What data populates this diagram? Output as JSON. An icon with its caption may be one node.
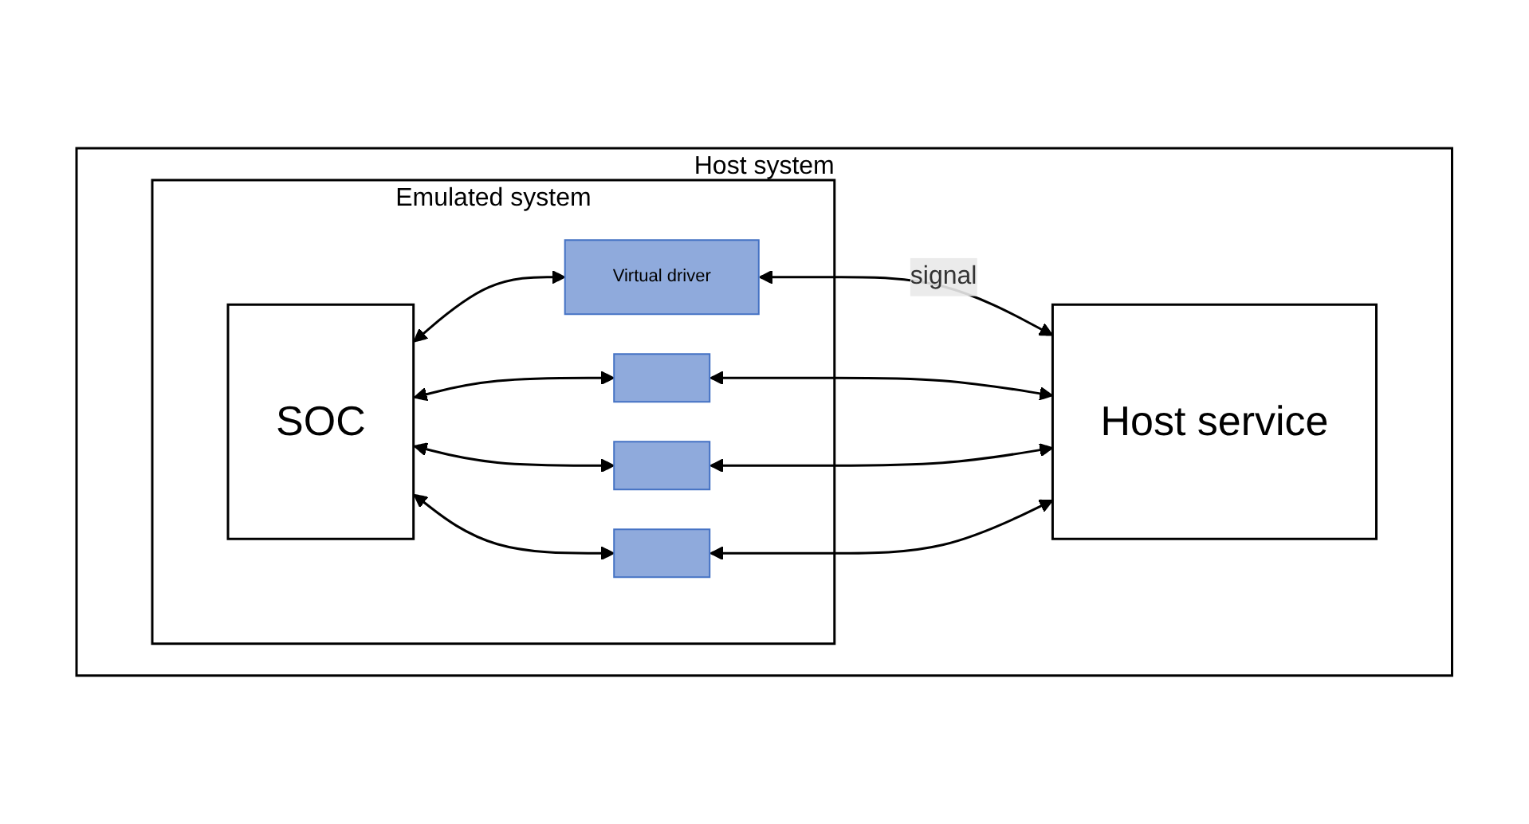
{
  "diagram": {
    "nodes": [
      {
        "text": [
          "Host system"
        ]
      },
      {
        "text": [
          "Emulated system"
        ],
        "in": 0
      },
      {
        "text": [
          "SOC"
        ],
        "in": 1
      },
      {
        "text": [
          "Virtual driver"
        ],
        "in": 1
      },
      {
        "text": [],
        "shape": "box",
        "in": 1
      },
      {
        "text": [],
        "shape": "box",
        "in": 1
      },
      {
        "text": [],
        "shape": "box",
        "in": 1
      },
      {
        "text": [
          "Host service"
        ],
        "in": 0
      }
    ],
    "edges": [
      {
        "from": 2,
        "to": 3,
        "arrow": "both"
      },
      {
        "from": 2,
        "to": 4,
        "arrow": "both"
      },
      {
        "from": 2,
        "to": 5,
        "arrow": "both"
      },
      {
        "from": 2,
        "to": 6,
        "arrow": "both"
      },
      {
        "from": 3,
        "to": 7,
        "arrow": "both",
        "label": "signal"
      },
      {
        "from": 4,
        "to": 7,
        "arrow": "both"
      },
      {
        "from": 5,
        "to": 7,
        "arrow": "both"
      },
      {
        "from": 6,
        "to": 7,
        "arrow": "both"
      }
    ]
  }
}
